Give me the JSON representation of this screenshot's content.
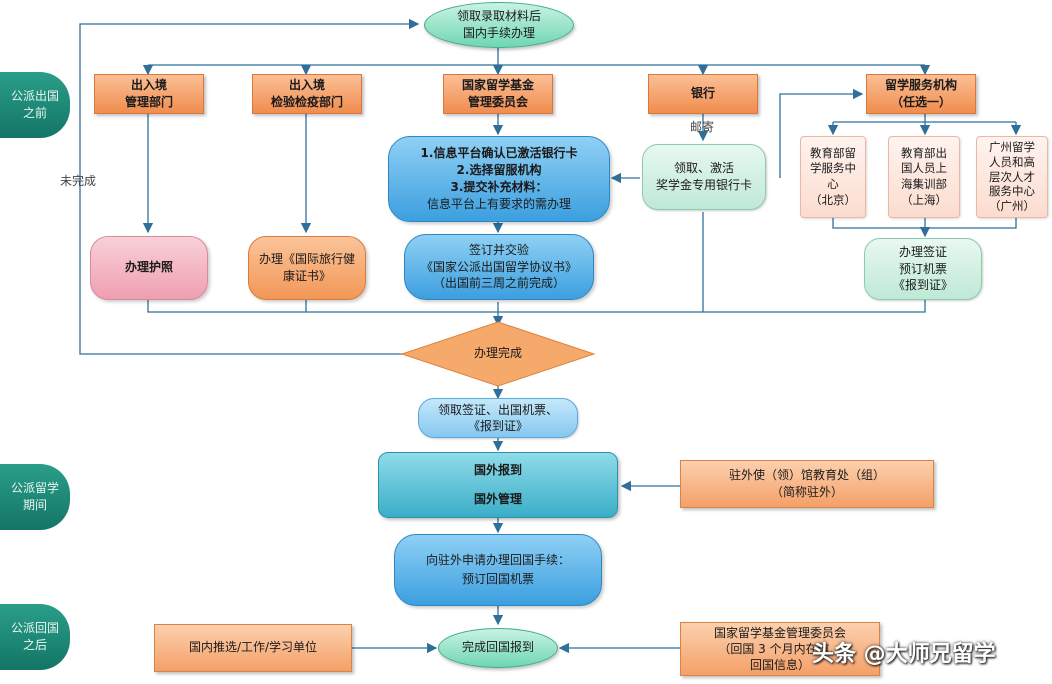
{
  "side_labels": [
    "公派出国\n之前",
    "公派留学\n期间",
    "公派回国\n之后"
  ],
  "nodes": {
    "start": "领取录取材料后\n国内手续办理",
    "dept_exit": "出入境\n管理部门",
    "dept_quarantine": "出入境\n检验检疫部门",
    "dept_csc": "国家留学基金\n管理委员会",
    "dept_bank": "银行",
    "dept_service": "留学服务机构\n（任选一）",
    "passport": "办理护照",
    "health": "办理《国际旅行健\n康证书》",
    "csc_steps": [
      "1.信息平台确认已激活银行卡",
      "2.选择留服机构",
      "3.提交补充材料：",
      "信息平台上有要求的需办理"
    ],
    "agreement": "签订并交验\n《国家公派出国留学协议书》\n（出国前三周之前完成）",
    "bank_card": "领取、激活\n奖学金专用银行卡",
    "svc_beijing": "教育部留\n学服务中\n心\n（北京）",
    "svc_shanghai": "教育部出\n国人员上\n海集训部\n（上海）",
    "svc_guangzhou": "广州留学\n人员和高\n层次人才\n服务中心\n（广州）",
    "visa": "办理签证\n预订机票\n《报到证》",
    "done": "办理完成",
    "collect": "领取签证、出国机票、\n《报到证》",
    "abroad_report": "国外报到",
    "abroad_manage": "国外管理",
    "embassy": "驻外使（领）馆教育处（组）\n（简称驻外）",
    "apply_return": "向驻外申请办理回国手续：\n预订回国机票",
    "domestic_unit": "国内推选/工作/学习单位",
    "return_report": "完成回国报到",
    "csc_return": "国家留学基金管理委员会\n（回国 3 个月内在信…\n回国信息）"
  },
  "edge_labels": {
    "mail": "邮寄",
    "incomplete": "未完成"
  },
  "watermark": "头条 @大师兄留学"
}
